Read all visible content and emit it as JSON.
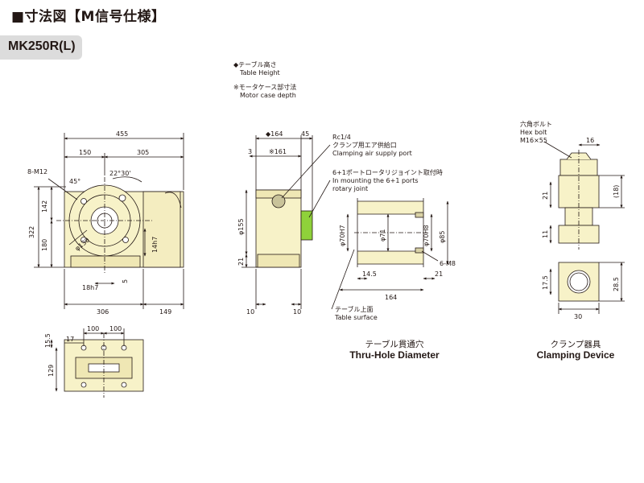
{
  "title": "■寸法図【M信号仕様】",
  "model": "MK250R(L)",
  "notes": {
    "table_height_jp": "◆テーブル高さ",
    "table_height_en": "Table Height",
    "motor_case_jp": "※モータケース部寸法",
    "motor_case_en": "Motor case depth",
    "rc_jp": "Rc1/4",
    "clamp_air_jp": "クランプ用エア供給口",
    "clamp_air_en": "Clamping air supply port",
    "rotary_joint_jp": "6+1ポートロータリジョイント取付時",
    "rotary_joint_en1": "In mounting the 6+1 ports",
    "rotary_joint_en2": "rotary joint",
    "table_surface_jp": "テーブル上面",
    "table_surface_en": "Table surface",
    "hex_bolt_jp": "六角ボルト",
    "hex_bolt_en": "Hex bolt",
    "hex_bolt_size": "M16×55"
  },
  "captions": {
    "thru_hole_jp": "テーブル貫通穴",
    "thru_hole_en": "Thru-Hole Diameter",
    "clamping_jp": "クランプ器具",
    "clamping_en": "Clamping Device"
  },
  "dims": {
    "front": {
      "d455": "455",
      "d150": "150",
      "d305": "305",
      "holes": "8-M12",
      "ang45": "45°",
      "ang2230": "22°30'",
      "d142": "142",
      "d322": "322",
      "d180": "180",
      "d130": "φ130",
      "d14h7": "14h7",
      "d18h7": "18h7",
      "d5": "5",
      "d306": "306",
      "d149": "149"
    },
    "side": {
      "d164": "◆164",
      "d45": "45",
      "d3": "3",
      "d161": "※161",
      "d155": "φ155",
      "d21": "21",
      "d10a": "10",
      "d10b": "10"
    },
    "thru": {
      "d70h7": "φ70H7",
      "d71": "φ71",
      "d70h8": "φ70H8",
      "d85": "φ85",
      "m8": "6-M8",
      "d145": "14.5",
      "d21": "21",
      "d164": "164"
    },
    "clamp": {
      "d16": "16",
      "d21": "21",
      "d18": "(18)",
      "d11": "11",
      "d175": "17.5",
      "d285": "28.5",
      "d30": "30"
    },
    "plan": {
      "d17": "17",
      "d100a": "100",
      "d100b": "100",
      "d155": "15.5",
      "d129": "129"
    }
  },
  "colors": {
    "body_fill": "#f7f2c8",
    "port_green": "#8fd13a",
    "line": "#231815",
    "tab_bg": "#dcdcdc"
  }
}
